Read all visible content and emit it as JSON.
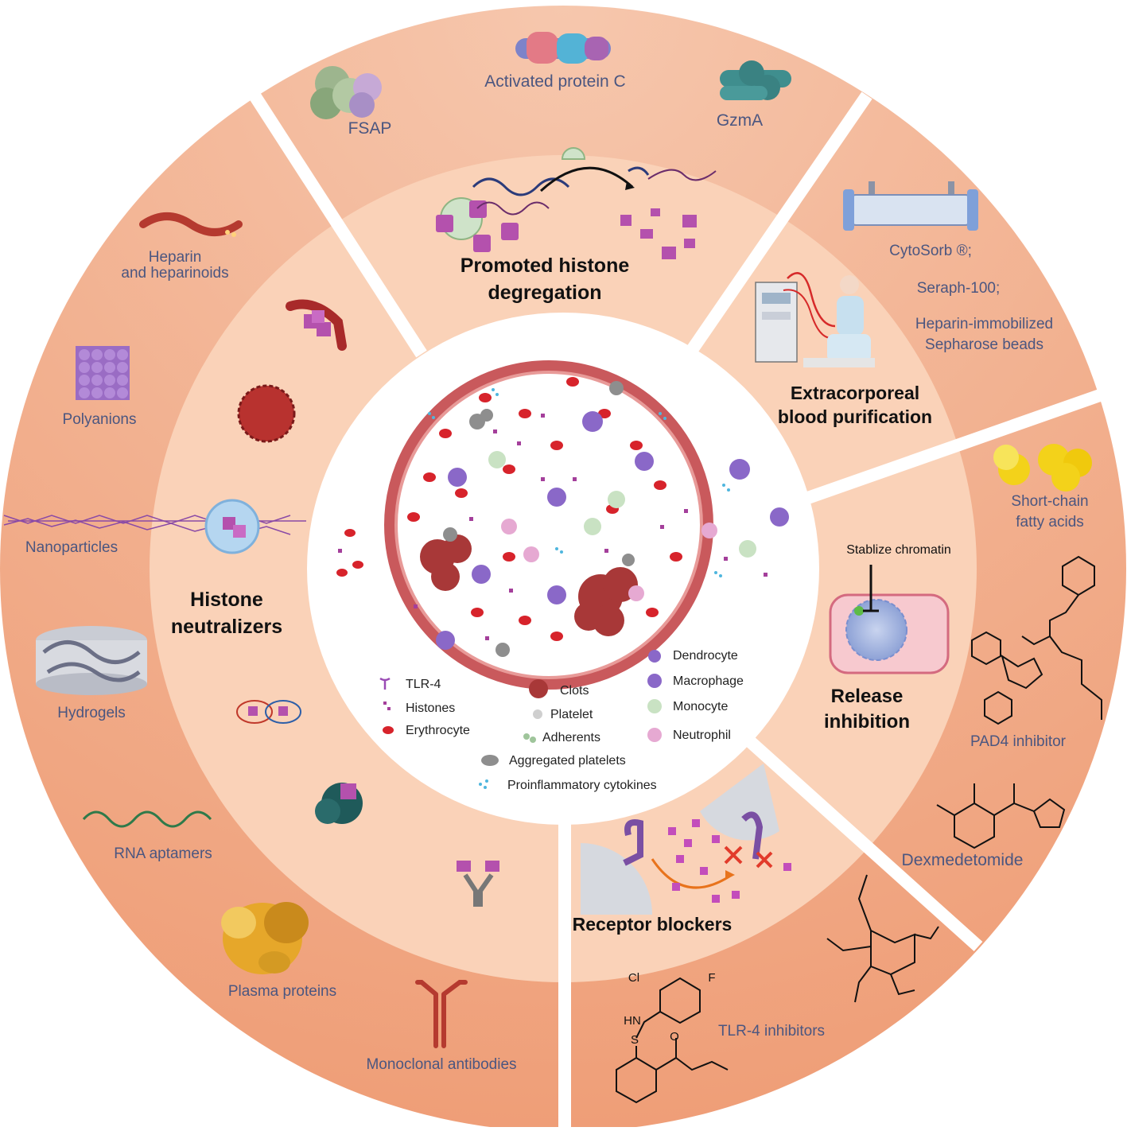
{
  "outer": {
    "degradation": {
      "activated_protein_c": "Activated protein C",
      "fsap": "FSAP",
      "gzma": "GzmA"
    },
    "purification": {
      "cytosorb": "CytoSorb ®;",
      "seraph": "Seraph-100;",
      "heparin_beads_1": "Heparin-immobilized",
      "heparin_beads_2": "Sepharose beads"
    },
    "release": {
      "scfa_1": "Short-chain",
      "scfa_2": "fatty acids",
      "pad4": "PAD4  inhibitor",
      "dexmedetomide": "Dexmedetomide"
    },
    "receptor": {
      "tlr4_inhibitors": "TLR-4 inhibitors",
      "chem_cl": "Cl",
      "chem_f": "F",
      "chem_hn": "HN",
      "chem_o": "O",
      "chem_s": "S"
    },
    "neutralizers": {
      "heparin_1": "Heparin",
      "heparin_2": "and heparinoids",
      "polyanions": "Polyanions",
      "nanoparticles": "Nanoparticles",
      "hydrogels": "Hydrogels",
      "rna_aptamers": "RNA aptamers",
      "plasma_proteins": "Plasma proteins",
      "monoclonal_antibodies": "Monoclonal antibodies"
    }
  },
  "inner": {
    "degradation_title_1": "Promoted histone",
    "degradation_title_2": "degregation",
    "purification_title_1": "Extracorporeal",
    "purification_title_2": "blood purification",
    "release_title_1": "Release",
    "release_title_2": "inhibition",
    "stabilize_chromatin": "Stablize chromatin",
    "receptor_title": "Receptor blockers",
    "neutralizers_title_1": "Histone",
    "neutralizers_title_2": "neutralizers"
  },
  "legend": {
    "tlr4": "TLR-4",
    "histones": "Histones",
    "erythrocyte": "Erythrocyte",
    "clots": "Clots",
    "platelet": "Platelet",
    "adherents": "Adherents",
    "aggregated_platelets": "Aggregated platelets",
    "cytokines": "Proinflammatory cytokines",
    "dendrocyte": "Dendrocyte",
    "macrophage": "Macrophage",
    "monocyte": "Monocyte",
    "neutrophil": "Neutrophil"
  },
  "colors": {
    "outer_ring": "#f0a27e",
    "inner_ring": "#fad2b8",
    "vessel_wall": "#c9595c",
    "erythrocyte": "#d7232b",
    "histone": "#a43f9b",
    "text_blue": "#4b5680"
  }
}
